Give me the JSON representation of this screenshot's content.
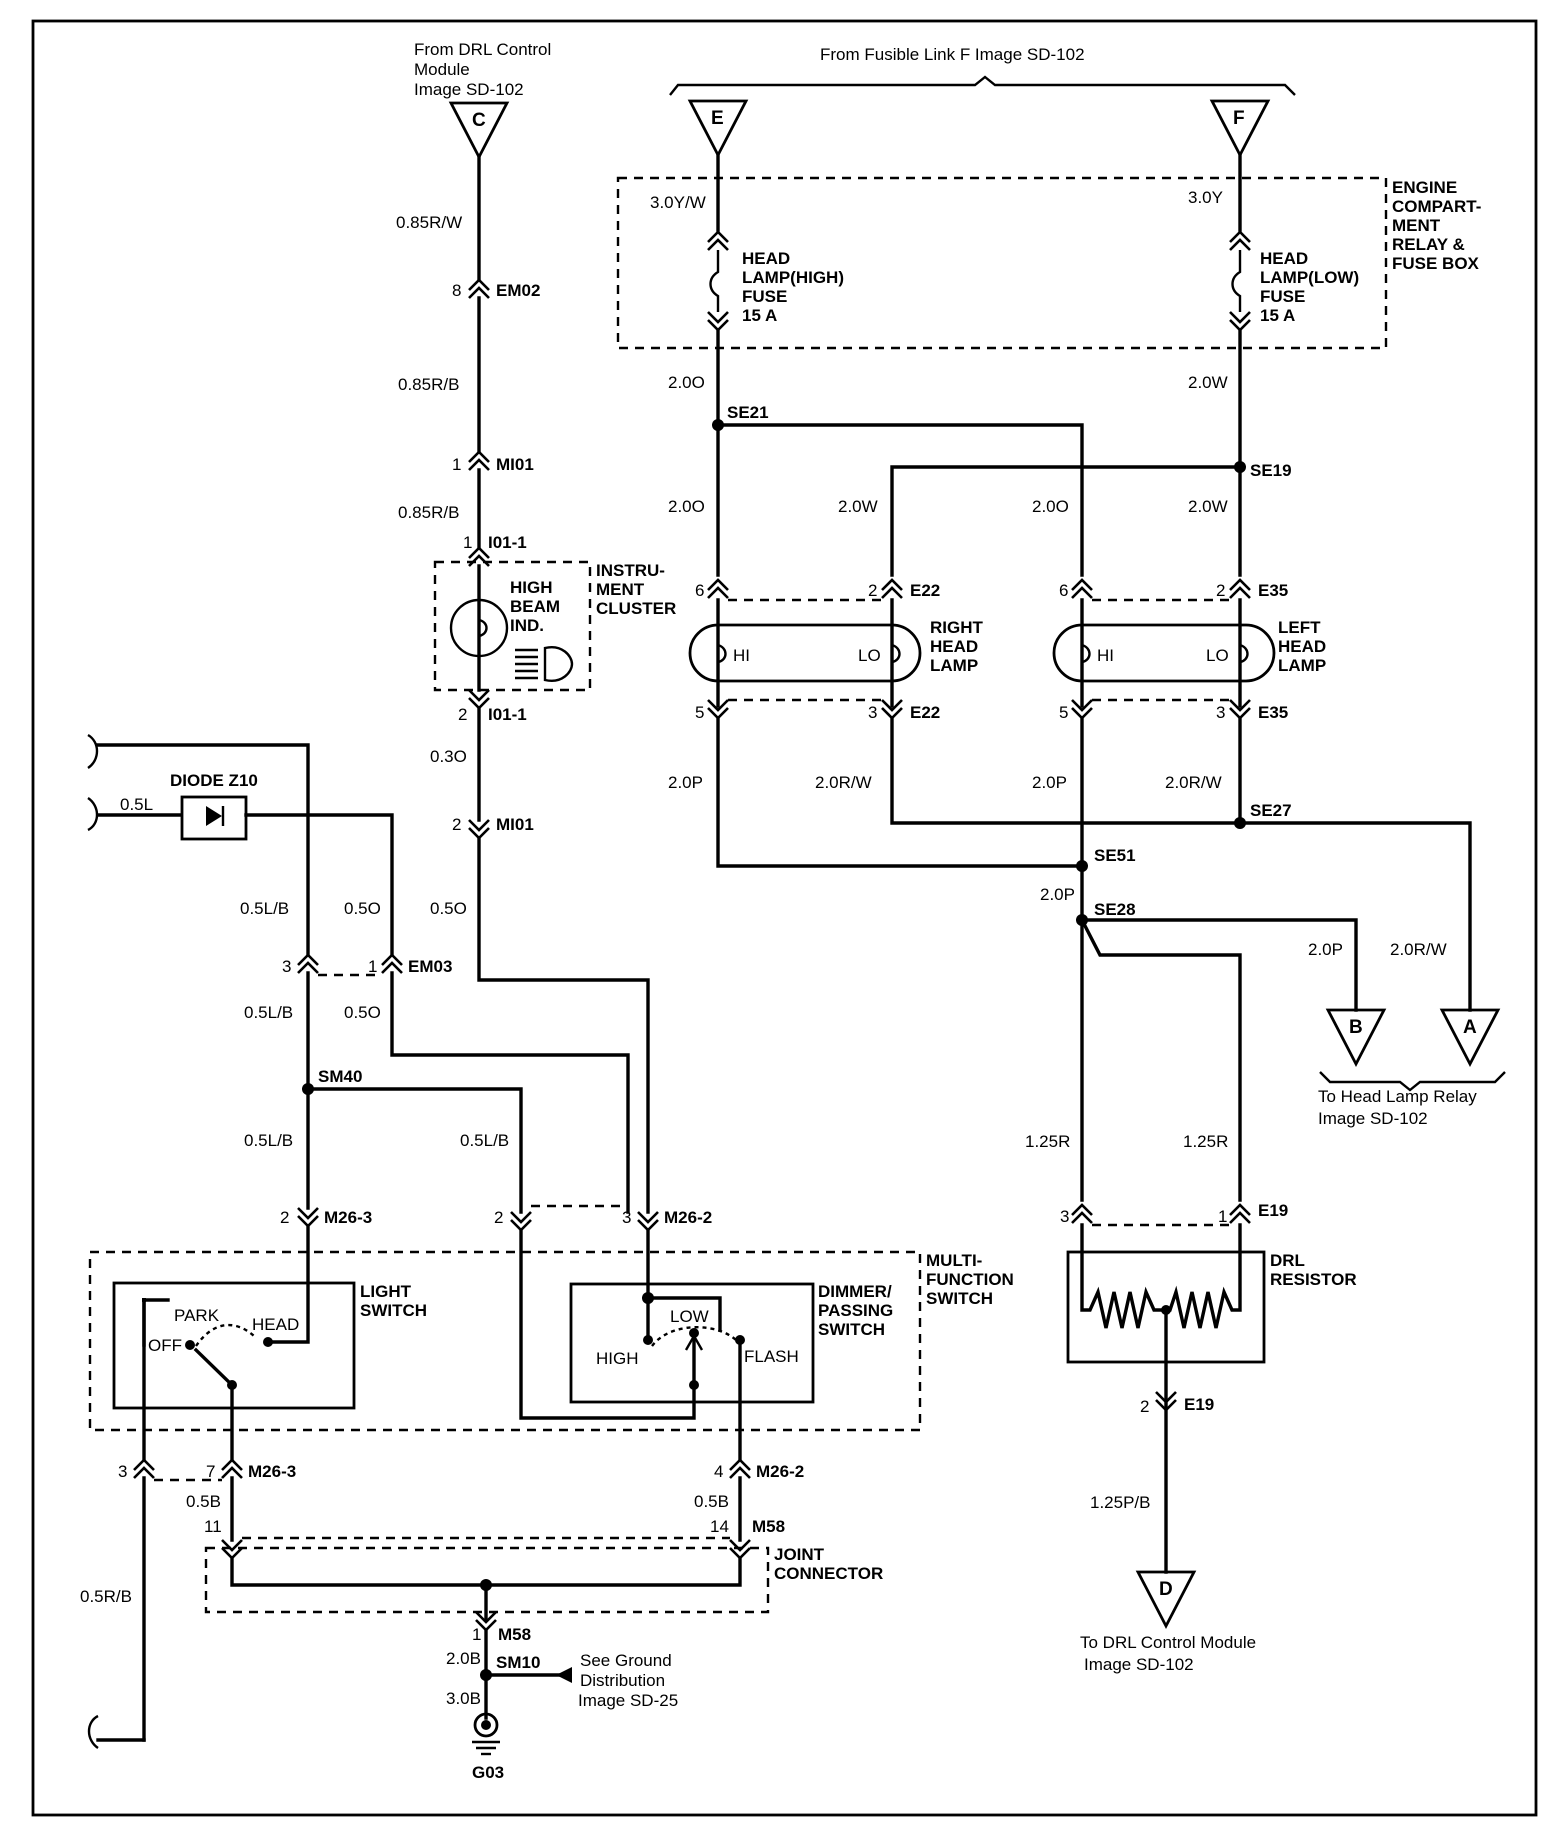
{
  "sources": {
    "c": {
      "letter": "C",
      "line1": "From DRL Control",
      "line2": "Module",
      "line3": "Image SD-102"
    },
    "e": {
      "letter": "E"
    },
    "f": {
      "letter": "F"
    },
    "fusible_caption": "From Fusible Link F   Image SD-102"
  },
  "outputs": {
    "a": {
      "letter": "A"
    },
    "b": {
      "letter": "B"
    },
    "d": {
      "letter": "D"
    },
    "head_lamp_relay_line1": "To Head Lamp Relay",
    "head_lamp_relay_line2": "Image SD-102",
    "drl_module_line1": "To DRL Control Module",
    "drl_module_line2": "Image SD-102"
  },
  "fuse_box": {
    "label_lines": [
      "ENGINE",
      "COMPART-",
      "MENT",
      "RELAY &",
      "FUSE BOX"
    ],
    "high_fuse_lines": [
      "HEAD",
      "LAMP(HIGH)",
      "FUSE",
      "15 A"
    ],
    "low_fuse_lines": [
      "HEAD",
      "LAMP(LOW)",
      "FUSE",
      "15 A"
    ]
  },
  "instrument_cluster": {
    "indicator_lines": [
      "HIGH",
      "BEAM",
      "IND."
    ],
    "label_lines": [
      "INSTRU-",
      "MENT",
      "CLUSTER"
    ]
  },
  "lamps": {
    "right_lines": [
      "RIGHT",
      "HEAD",
      "LAMP"
    ],
    "left_lines": [
      "LEFT",
      "HEAD",
      "LAMP"
    ],
    "hi": "HI",
    "lo": "LO"
  },
  "diode": {
    "label": "DIODE Z10"
  },
  "multifunction": {
    "label_lines": [
      "MULTI-",
      "FUNCTION",
      "SWITCH"
    ],
    "light_switch_lines": [
      "LIGHT",
      "SWITCH"
    ],
    "dimmer_lines": [
      "DIMMER/",
      "PASSING",
      "SWITCH"
    ],
    "park": "PARK",
    "head": "HEAD",
    "off": "OFF",
    "low": "LOW",
    "high": "HIGH",
    "flash": "FLASH"
  },
  "joint_connector": {
    "label_lines": [
      "JOINT",
      "CONNECTOR"
    ]
  },
  "drl_resistor": {
    "label_lines": [
      "DRL",
      "RESISTOR"
    ]
  },
  "ground": {
    "see_lines": [
      "See Ground",
      "Distribution",
      "Image SD-25"
    ],
    "name": "G03"
  },
  "wires": {
    "w085rw": "0.85R/W",
    "w085rb_1": "0.85R/B",
    "w085rb_2": "0.85R/B",
    "w03o": "0.3O",
    "w05o_mi": "0.5O",
    "w30yw": "3.0Y/W",
    "w30y": "3.0Y",
    "w20o_fuse": "2.0O",
    "w20w_fuse": "2.0W",
    "w20o_rh": "2.0O",
    "w20w_rh": "2.0W",
    "w20o_lh": "2.0O",
    "w20w_lh": "2.0W",
    "w20p_rh": "2.0P",
    "w20rw_rh": "2.0R/W",
    "w20p_lh": "2.0P",
    "w20rw_lh": "2.0R/W",
    "w20p_se51": "2.0P",
    "w20p_b": "2.0P",
    "w20rw_a": "2.0R/W",
    "w125r_l": "1.25R",
    "w125r_r": "1.25R",
    "w125pb": "1.25P/B",
    "w05l": "0.5L",
    "w05lb_1": "0.5L/B",
    "w05o_1": "0.5O",
    "w05lb_2": "0.5L/B",
    "w05o_2": "0.5O",
    "w05lb_3": "0.5L/B",
    "w05lb_4": "0.5L/B",
    "w05b_1": "0.5B",
    "w05b_2": "0.5B",
    "w05rb": "0.5R/B",
    "w20b": "2.0B",
    "w30b": "3.0B"
  },
  "connectors": {
    "em02": "EM02",
    "mi01_a": "MI01",
    "i01_1_a": "I01-1",
    "i01_1_b": "I01-1",
    "mi01_b": "MI01",
    "em03": "EM03",
    "e22_a": "E22",
    "e22_b": "E22",
    "e35_a": "E35",
    "e35_b": "E35",
    "m26_3_a": "M26-3",
    "m26_2_a": "M26-2",
    "m26_3_b": "M26-3",
    "m26_2_b": "M26-2",
    "m58_a": "M58",
    "m58_b": "M58",
    "e19_a": "E19",
    "e19_b": "E19"
  },
  "pins": {
    "p8": "8",
    "p1_mi01": "1",
    "p1_i01": "1",
    "p2_i01": "2",
    "p2_mi01": "2",
    "p6_rh": "6",
    "p2_rh": "2",
    "p5_rh": "5",
    "p3_rh": "3",
    "p6_lh": "6",
    "p2_lh": "2",
    "p5_lh": "5",
    "p3_lh": "3",
    "p3_em03": "3",
    "p1_em03": "1",
    "p2_m263": "2",
    "p2_m262": "2",
    "p3_m262": "3",
    "p3_m263b": "3",
    "p7_m263b": "7",
    "p4_m262b": "4",
    "p11": "11",
    "p14": "14",
    "p1_m58": "1",
    "p3_e19": "3",
    "p1_e19": "1",
    "p2_e19": "2"
  },
  "splices": {
    "se21": "SE21",
    "se19": "SE19",
    "se27": "SE27",
    "se51": "SE51",
    "se28": "SE28",
    "sm40": "SM40",
    "sm10": "SM10"
  }
}
